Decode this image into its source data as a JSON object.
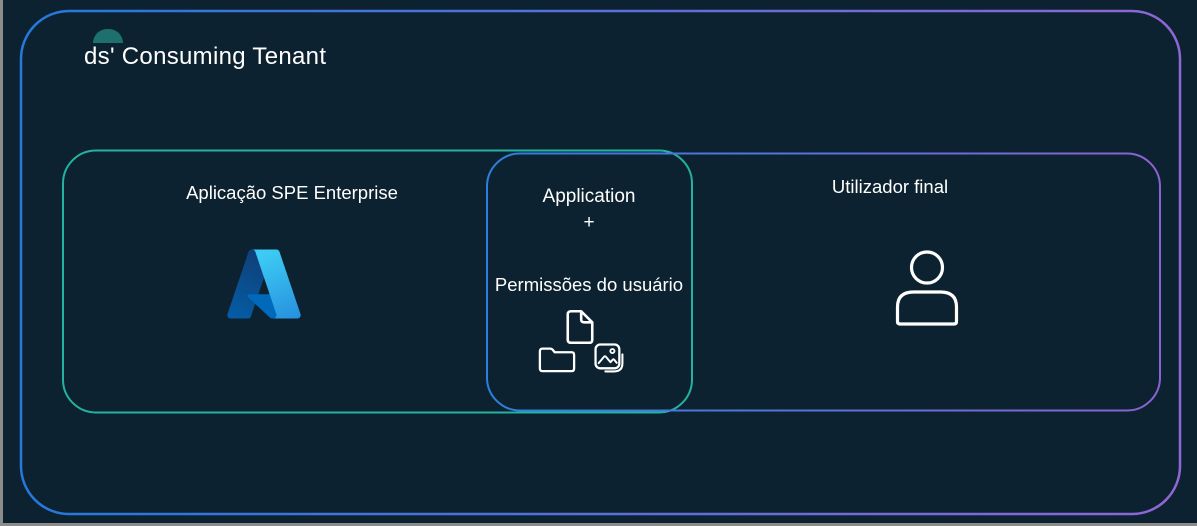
{
  "tenant": {
    "title": "ds' Consuming Tenant"
  },
  "sections": {
    "left": {
      "label": "Aplicação SPE Enterprise",
      "icon": "azure-logo"
    },
    "middle": {
      "line1": "Application",
      "plus": "+",
      "line3": "Permissões do usuário",
      "icons": [
        "document-icon",
        "folder-icon",
        "image-icon"
      ]
    },
    "right": {
      "label": "Utilizador final",
      "icon": "person-icon"
    }
  },
  "colors": {
    "background": "#0d2230",
    "outer_border_left": "#2479db",
    "outer_border_right": "#8f66d6",
    "left_box_border": "#23b2a1",
    "right_box_border_left": "#2b80de",
    "right_box_border_right": "#8a63d2",
    "tenant_dome": "#1e706e",
    "text": "#ffffff",
    "azure_blue": "#2892df",
    "window_edge": "#8c8c8c"
  }
}
